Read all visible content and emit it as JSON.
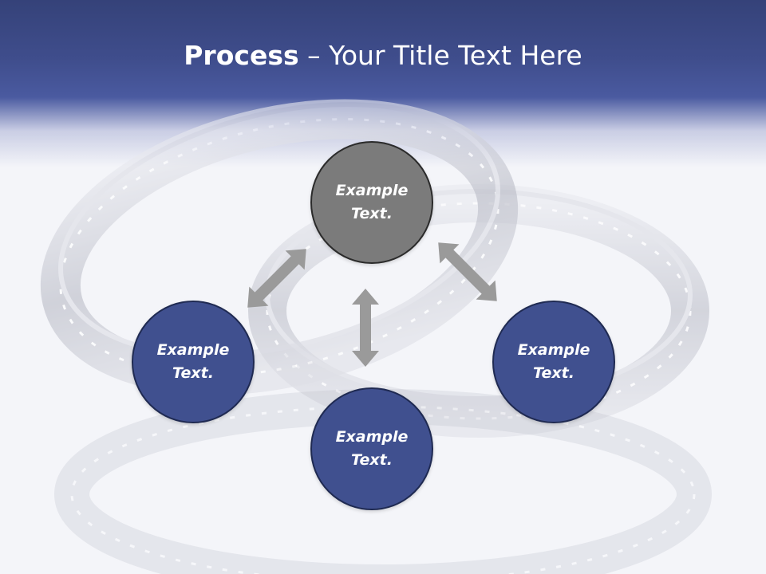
{
  "header": {
    "title_bold": "Process",
    "title_rest": " – Your Title Text Here"
  },
  "nodes": {
    "top": "Example\nText.",
    "left": "Example\nText.",
    "right": "Example\nText.",
    "bottom": "Example\nText."
  },
  "colors": {
    "header_blue": "#3f4d8c",
    "node_blue": "#40508f",
    "node_gray": "#7b7b7b",
    "arrow_gray": "#9a9a9a"
  },
  "background_image": "silver-rings-icon"
}
